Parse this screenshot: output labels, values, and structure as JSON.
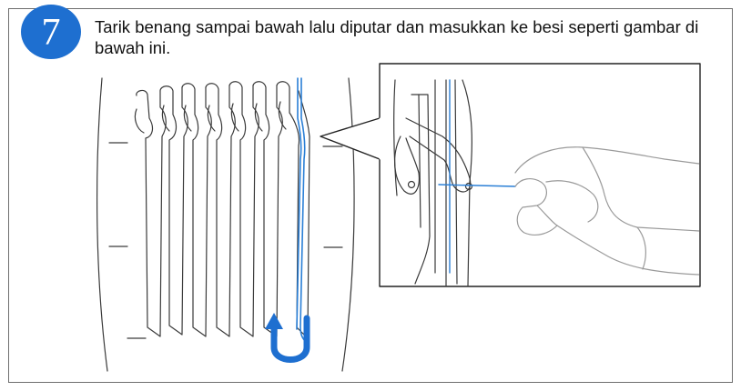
{
  "step": {
    "number": "7",
    "badge_color": "#1e6fd0"
  },
  "instruction": {
    "text": "Tarik benang sampai bawah lalu diputar dan masukkan ke besi seperti gambar di bawah ini."
  },
  "illustration": {
    "thread_color": "#2a7fd6",
    "arrow_color": "#1e6fd0",
    "line_color": "#3a3a3a",
    "hand_color": "#9a9a9a",
    "icons": [
      "u-turn-arrow-icon",
      "zoom-callout",
      "hand-icon"
    ]
  }
}
